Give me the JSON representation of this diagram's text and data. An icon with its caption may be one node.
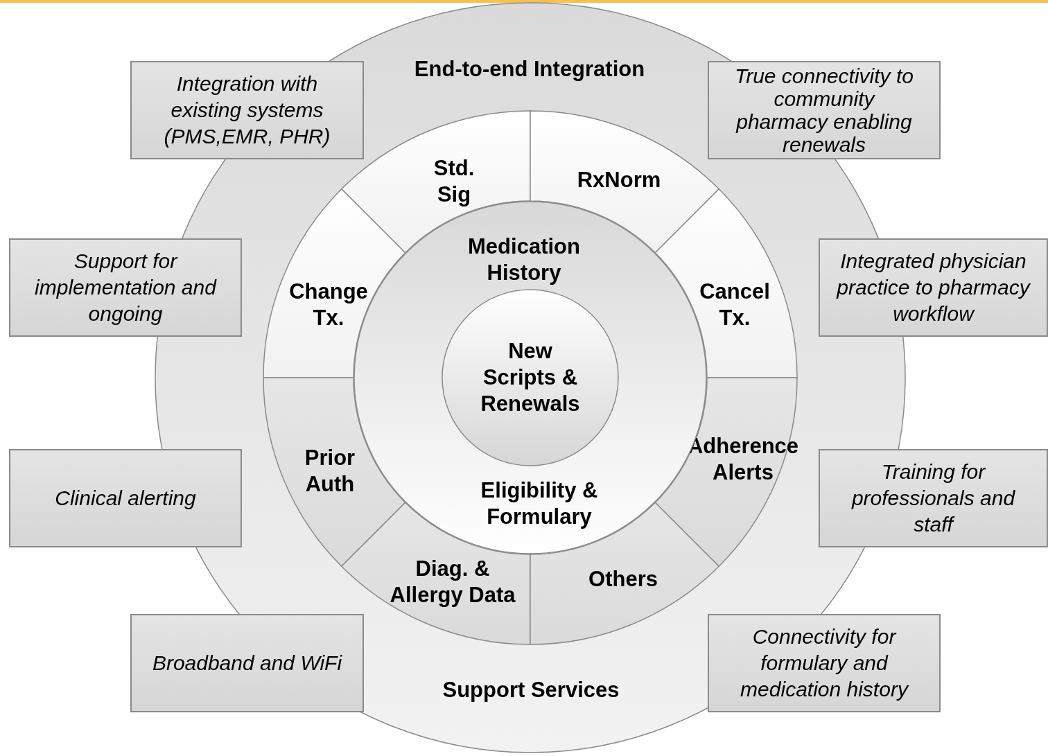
{
  "diagram": {
    "nodes": [
      {
        "text": [
          "End-to-end Integration",
          "Support Services"
        ]
      },
      {
        "text": [
          "Integration with existing systems (PMS,EMR, PHR)"
        ]
      },
      {
        "text": [
          "True connectivity to community pharmacy enabling renewals"
        ]
      },
      {
        "text": [
          "Support for implementation and ongoing"
        ]
      },
      {
        "text": [
          "Integrated physician practice to pharmacy workflow"
        ]
      },
      {
        "text": [
          "Clinical alerting"
        ]
      },
      {
        "text": [
          "Training for professionals and staff"
        ]
      },
      {
        "text": [
          "Broadband and WiFi"
        ]
      },
      {
        "text": [
          "Connectivity for formulary and medication history"
        ]
      },
      {
        "text": [
          "Std. Sig"
        ],
        "in": 0
      },
      {
        "text": [
          "RxNorm"
        ],
        "in": 0
      },
      {
        "text": [
          "Change Tx."
        ],
        "in": 0
      },
      {
        "text": [
          "Cancel Tx."
        ],
        "in": 0
      },
      {
        "text": [
          "Medication History",
          "Eligibility & Formulary"
        ],
        "in": 0
      },
      {
        "text": [
          "Prior Auth"
        ],
        "in": 0
      },
      {
        "text": [
          "Adherence Alerts"
        ],
        "in": 0
      },
      {
        "text": [
          "Diag. & Allergy Data"
        ],
        "in": 0
      },
      {
        "text": [
          "Others"
        ],
        "in": 0
      },
      {
        "text": [
          "New Scripts & Renewals"
        ],
        "in": 13
      }
    ],
    "edges": []
  }
}
